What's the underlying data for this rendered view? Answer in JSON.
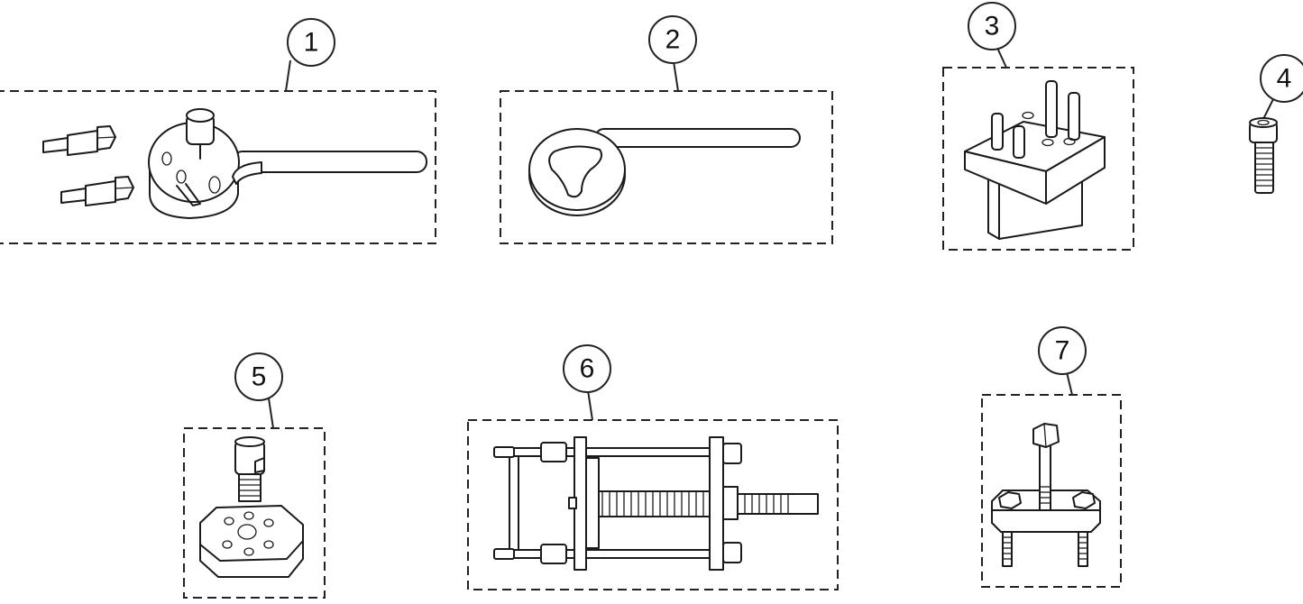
{
  "diagram": {
    "type": "exploded-parts-tool-kit",
    "callouts": [
      {
        "id": "1",
        "part": "spanner-wrench-with-bolts"
      },
      {
        "id": "2",
        "part": "holding-wrench"
      },
      {
        "id": "3",
        "part": "pin-fixture"
      },
      {
        "id": "4",
        "part": "socket-head-screw"
      },
      {
        "id": "5",
        "part": "adapter-plate-with-screw"
      },
      {
        "id": "6",
        "part": "press-tool"
      },
      {
        "id": "7",
        "part": "puller"
      }
    ],
    "colors": {
      "line": "#1a1a1a",
      "background": "#ffffff"
    }
  }
}
